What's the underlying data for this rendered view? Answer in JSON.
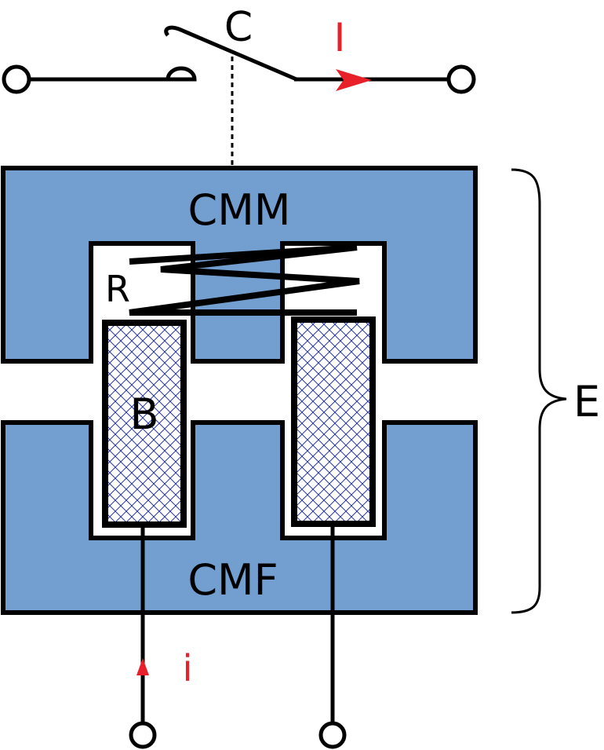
{
  "labels": {
    "contact": "C",
    "current_main": "I",
    "mobile_core": "CMM",
    "spring": "R",
    "coil": "B",
    "fixed_core": "CMF",
    "current_coil": "i",
    "electromagnet": "E"
  },
  "colors": {
    "core_fill": "#729fcf",
    "stroke": "#000000",
    "accent_red": "#e8202a",
    "coil_hatch": "#2a3a9a",
    "background": "#ffffff"
  }
}
